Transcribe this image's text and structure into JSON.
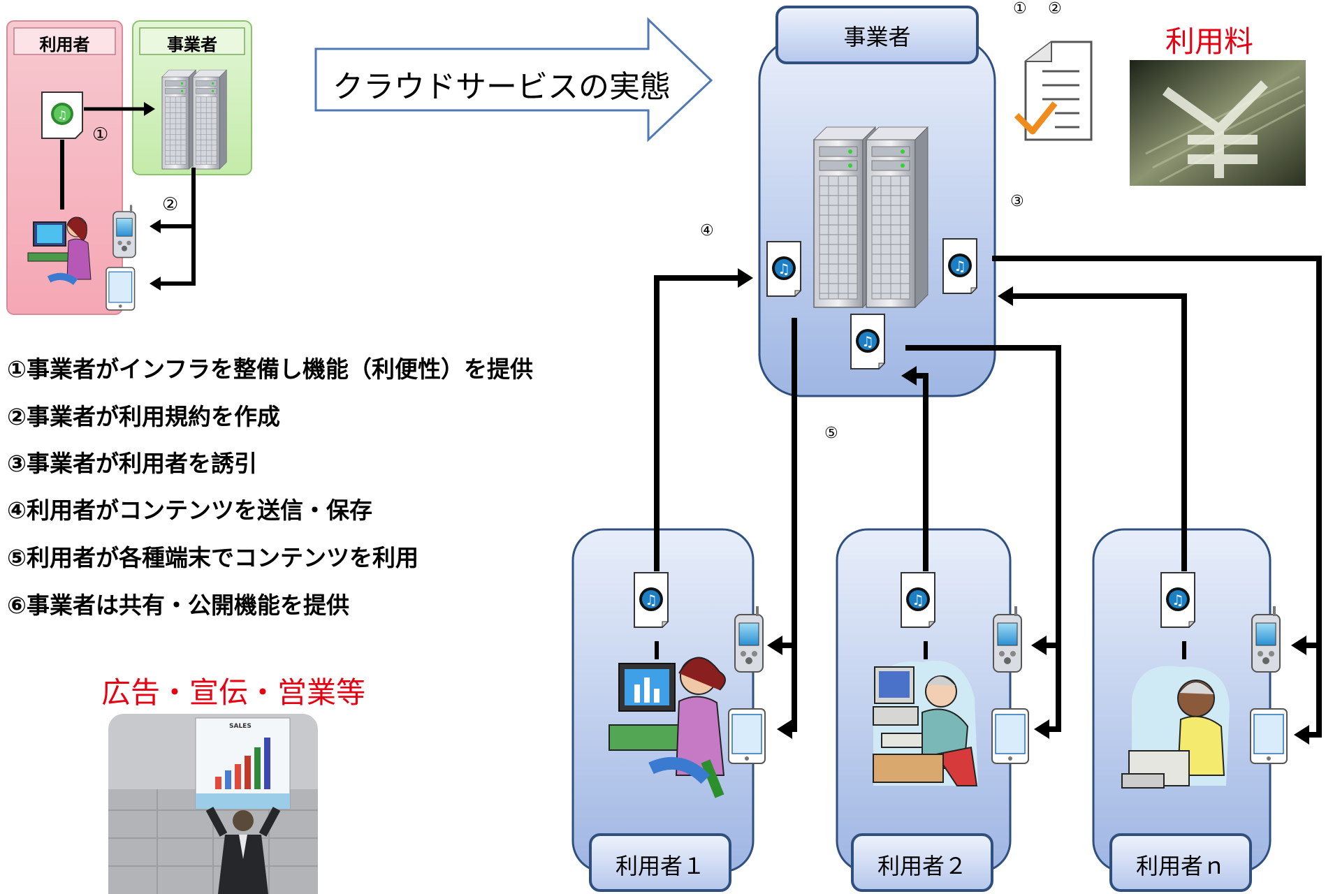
{
  "mini_diagram": {
    "user_label": "利用者",
    "provider_label": "事業者",
    "step1": "①",
    "step2": "②"
  },
  "banner_text": "クラウドサービスの実態",
  "legend": [
    "①事業者がインフラを整備し機能（利便性）を提供",
    "②事業者が利用規約を作成",
    "③事業者が利用者を誘引",
    "④利用者がコンテンツを送信・保存",
    "⑤利用者が各種端末でコンテンツを利用",
    "⑥事業者は共有・公開機能を提供"
  ],
  "ads_title": "広告・宣伝・営業等",
  "sales_chart_label": "SALES",
  "provider_title": "事業者",
  "fee_title": "利用料",
  "step_markers": {
    "one": "①",
    "two": "②",
    "three": "③",
    "four": "④",
    "five": "⑤"
  },
  "users": [
    "利用者１",
    "利用者２",
    "利用者ｎ"
  ],
  "colors": {
    "red": "#e60012",
    "panel_blue": "#a9bde6",
    "border_blue": "#2f4f7f",
    "pink": "#f8b7c2",
    "green": "#c6ecb0"
  }
}
